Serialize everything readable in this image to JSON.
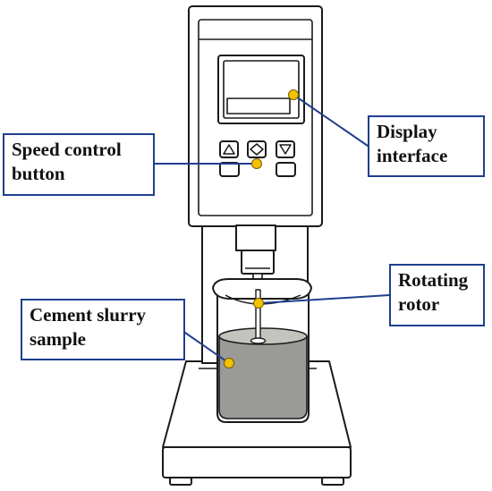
{
  "labels": {
    "speed_control": "Speed control\nbutton",
    "display": "Display\ninterface",
    "rotor": "Rotating\nrotor",
    "cement": "Cement slurry\nsample"
  },
  "colors": {
    "outline": "#1a1a1a",
    "callout_border": "#1f3f8f",
    "leader_line": "#1f3f8f",
    "marker_dot": "#f2c200",
    "slurry": "#9a9a96",
    "slurry_top": "#c4c4bf",
    "panel": "#ffffff"
  }
}
